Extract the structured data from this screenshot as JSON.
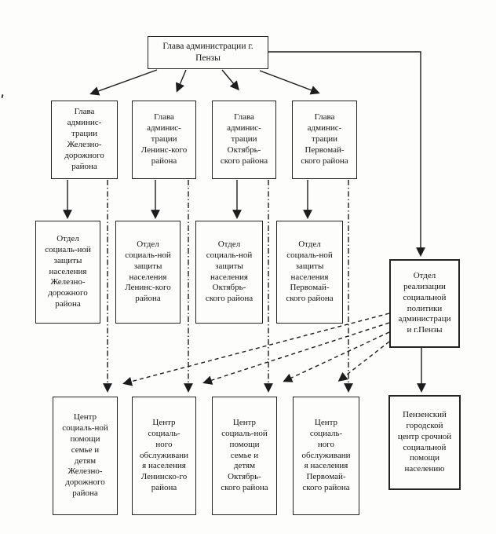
{
  "diagram": {
    "type": "org-chart",
    "language": "ru",
    "background_color": "#fdfdfc",
    "line_color": "#1c1c1c",
    "box_border_color": "#242424",
    "nodes": {
      "head_city": {
        "label": "Глава администрации г.\nПензы"
      },
      "head_zheleznodorozhny": {
        "label": "Глава\nадминис-\nтрации\nЖелезно-\nдорожного\nрайона"
      },
      "head_leninsky": {
        "label": "Глава\nадминис-\nтрации\nЛенинс-кого\nрайона"
      },
      "head_oktyabrsky": {
        "label": "Глава\nадминис-\nтрации\nОктябрь-\nского района"
      },
      "head_pervomaysky": {
        "label": "Глава\nадминис-\nтрации\nПервомай-\nского района"
      },
      "social_protection_zheleznodorozhny": {
        "label": "Отдел\nсоциаль-ной\nзащиты\nнаселения\nЖелезно-\nдорожного\nрайона"
      },
      "social_protection_leninsky": {
        "label": "Отдел\nсоциаль-ной\nзащиты\nнаселения\nЛенинс-кого\nрайона"
      },
      "social_protection_oktyabrsky": {
        "label": "Отдел\nсоциаль-ной\nзащиты\nнаселения\nОктябрь-\nского района"
      },
      "social_protection_pervomaysky": {
        "label": "Отдел\nсоциаль-ной\nзащиты\nнаселения\nПервомай-\nского района"
      },
      "social_policy_dept": {
        "label": "Отдел\nреализации\nсоциальной\nполитики\nадминистраци\nи г.Пензы"
      },
      "center_family_zheleznodorozhny": {
        "label": "Центр\nсоциаль-ной\nпомощи\nсемье и\nдетям\nЖелезно-\nдорожного\nрайона"
      },
      "center_service_leninsky": {
        "label": "Центр\nсоциаль-\nного\nобслуживани\nя населения\nЛенинско-го\nрайона"
      },
      "center_family_oktyabrsky": {
        "label": "Центр\nсоциаль-ной\nпомощи\nсемье и\nдетям\nОктябрь-\nского района"
      },
      "center_service_pervomaysky": {
        "label": "Центр\nсоциаль-\nного\nобслуживани\nя населения\nПервомай-\nского района"
      },
      "city_emergency_center": {
        "label": "Пензенский\nгородской\nцентр срочной\nсоциальной\nпомощи\nнаселению"
      }
    }
  }
}
